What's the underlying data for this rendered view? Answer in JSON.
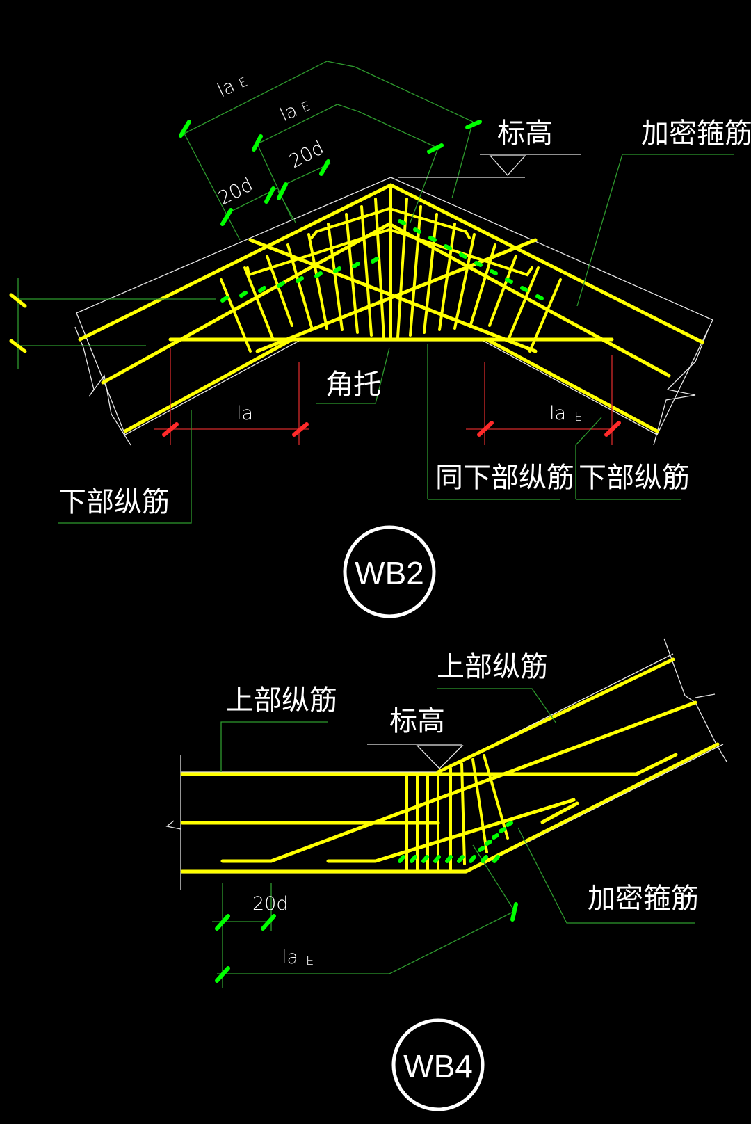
{
  "wb2": {
    "title": "WB2",
    "label_top_elev": "标高",
    "label_dense_stirrup": "加密箍筋",
    "label_haunch": "角托",
    "label_bottom_rebar_left": "下部纵筋",
    "label_same_bottom_rebar": "同下部纵筋",
    "label_bottom_rebar_right": "下部纵筋",
    "dim_lae_outer": "la",
    "dim_lae_outer_sub": "E",
    "dim_lae_inner": "la",
    "dim_lae_inner_sub": "E",
    "dim_20d_left": "20d",
    "dim_20d_right": "20d",
    "dim_la_left": "la",
    "dim_lae_right": "la",
    "dim_lae_right_sub": "E"
  },
  "wb4": {
    "title": "WB4",
    "label_top_rebar_left": "上部纵筋",
    "label_top_rebar_right": "上部纵筋",
    "label_elev": "标高",
    "label_dense_stirrup": "加密箍筋",
    "dim_20d": "20d",
    "dim_lae": "la",
    "dim_lae_sub": "E"
  },
  "colors": {
    "background": "#000000",
    "rebar": "#ffff00",
    "dimension_line": "#2e9a2e",
    "dimension_tick": "#00ff00",
    "red_tick": "#ff2a2a",
    "outline": "#e6e6e6",
    "text": "#ffffff"
  }
}
